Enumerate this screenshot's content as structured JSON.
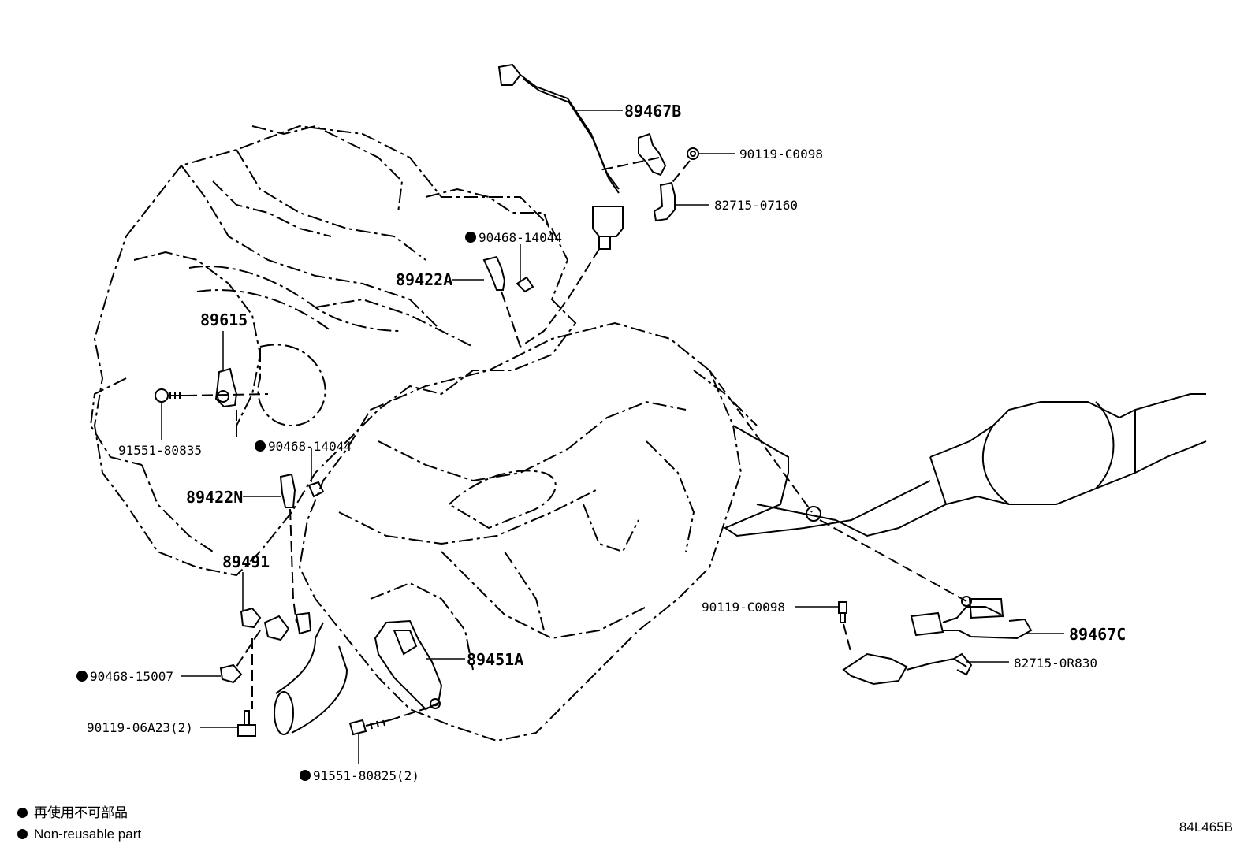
{
  "diagram": {
    "labels": {
      "p89467B": "89467B",
      "p90119C0098_top": "90119-C0098",
      "p82715_07160": "82715-07160",
      "p90468_14044_top": "90468-14044",
      "p89422A": "89422A",
      "p89615": "89615",
      "p91551_80835": "91551-80835",
      "p90468_14044_mid": "90468-14044",
      "p89422N": "89422N",
      "p89491": "89491",
      "p90119C0098_bot": "90119-C0098",
      "p89467C": "89467C",
      "p82715_0R830": "82715-0R830",
      "p89451A": "89451A",
      "p90468_15007": "90468-15007",
      "p90119_06A23": "90119-06A23(2)",
      "p91551_80825": "91551-80825(2)"
    }
  },
  "legend": {
    "jp": "再使用不可部品",
    "en": "Non-reusable part"
  },
  "drawing_number": "84L465B"
}
